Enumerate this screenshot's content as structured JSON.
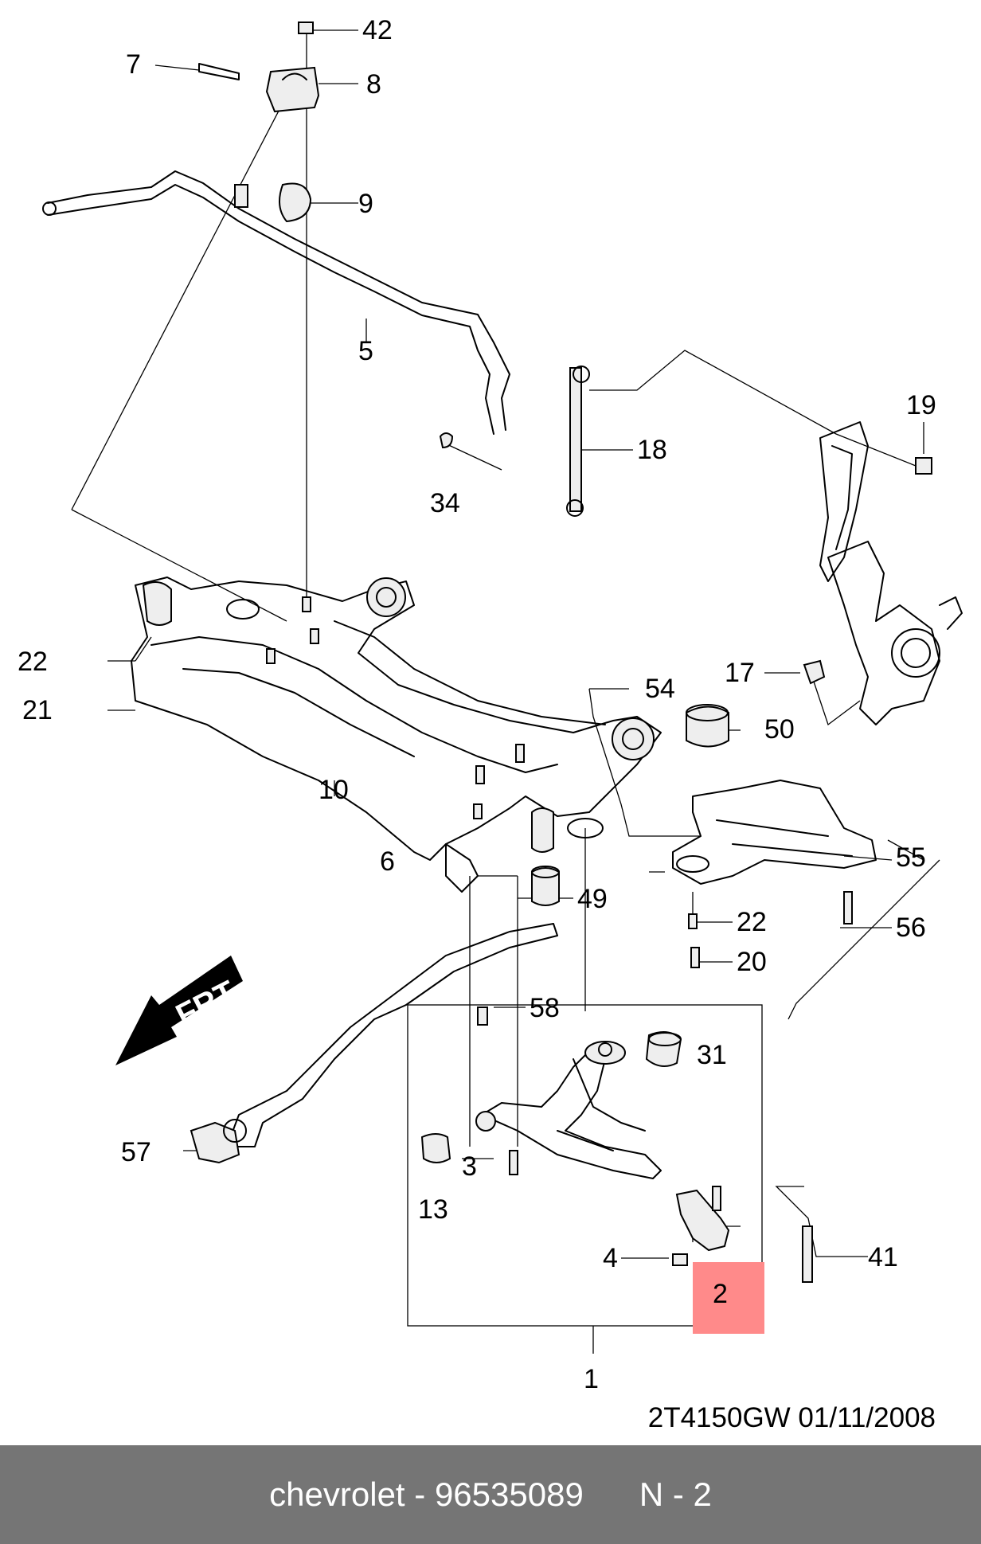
{
  "diagram": {
    "drawing_code": "2T4150GW 01/11/2008",
    "direction_label": "FRT",
    "highlight_color": "#ff8a8a",
    "callouts": [
      "1",
      "2",
      "3",
      "4",
      "5",
      "6",
      "7",
      "8",
      "9",
      "10",
      "13",
      "17",
      "18",
      "19",
      "20",
      "21",
      "22",
      "22",
      "31",
      "34",
      "41",
      "42",
      "49",
      "50",
      "54",
      "55",
      "56",
      "57",
      "58"
    ]
  },
  "footer": {
    "brand": "chevrolet",
    "dash": "-",
    "part_number": "96535089",
    "position_label": "N - 2"
  }
}
